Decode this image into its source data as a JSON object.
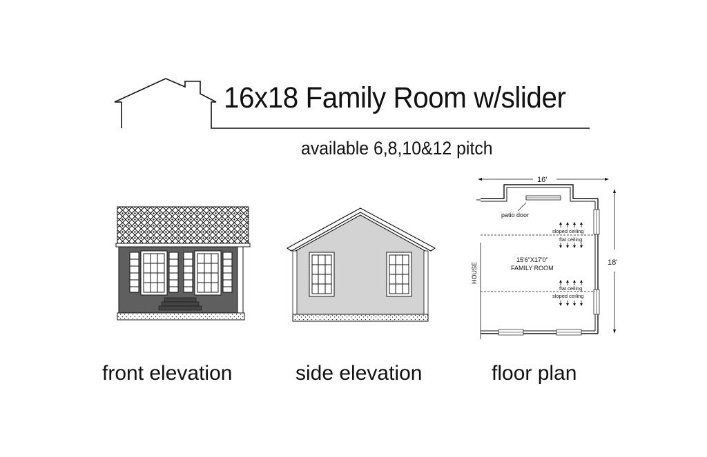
{
  "header": {
    "title": "16x18 Family Room w/slider",
    "subtitle": "available 6,8,10&12 pitch"
  },
  "drawings": {
    "front": {
      "caption": "front elevation"
    },
    "side": {
      "caption": "side elevation"
    },
    "floor": {
      "caption": "floor plan",
      "width_dim": "16'",
      "depth_dim": "18'",
      "patio_door_label": "patio door",
      "sloped_ceiling_label": "sloped ceiling",
      "flat_ceiling_label": "flat ceiling",
      "room_size": "15'6\"X17'0\"",
      "room_name": "FAMILY ROOM",
      "house_label": "HOUSE"
    }
  },
  "colors": {
    "siding_dark": "#5f5f5f",
    "siding_light": "#d3d3d3",
    "line": "#111111"
  }
}
